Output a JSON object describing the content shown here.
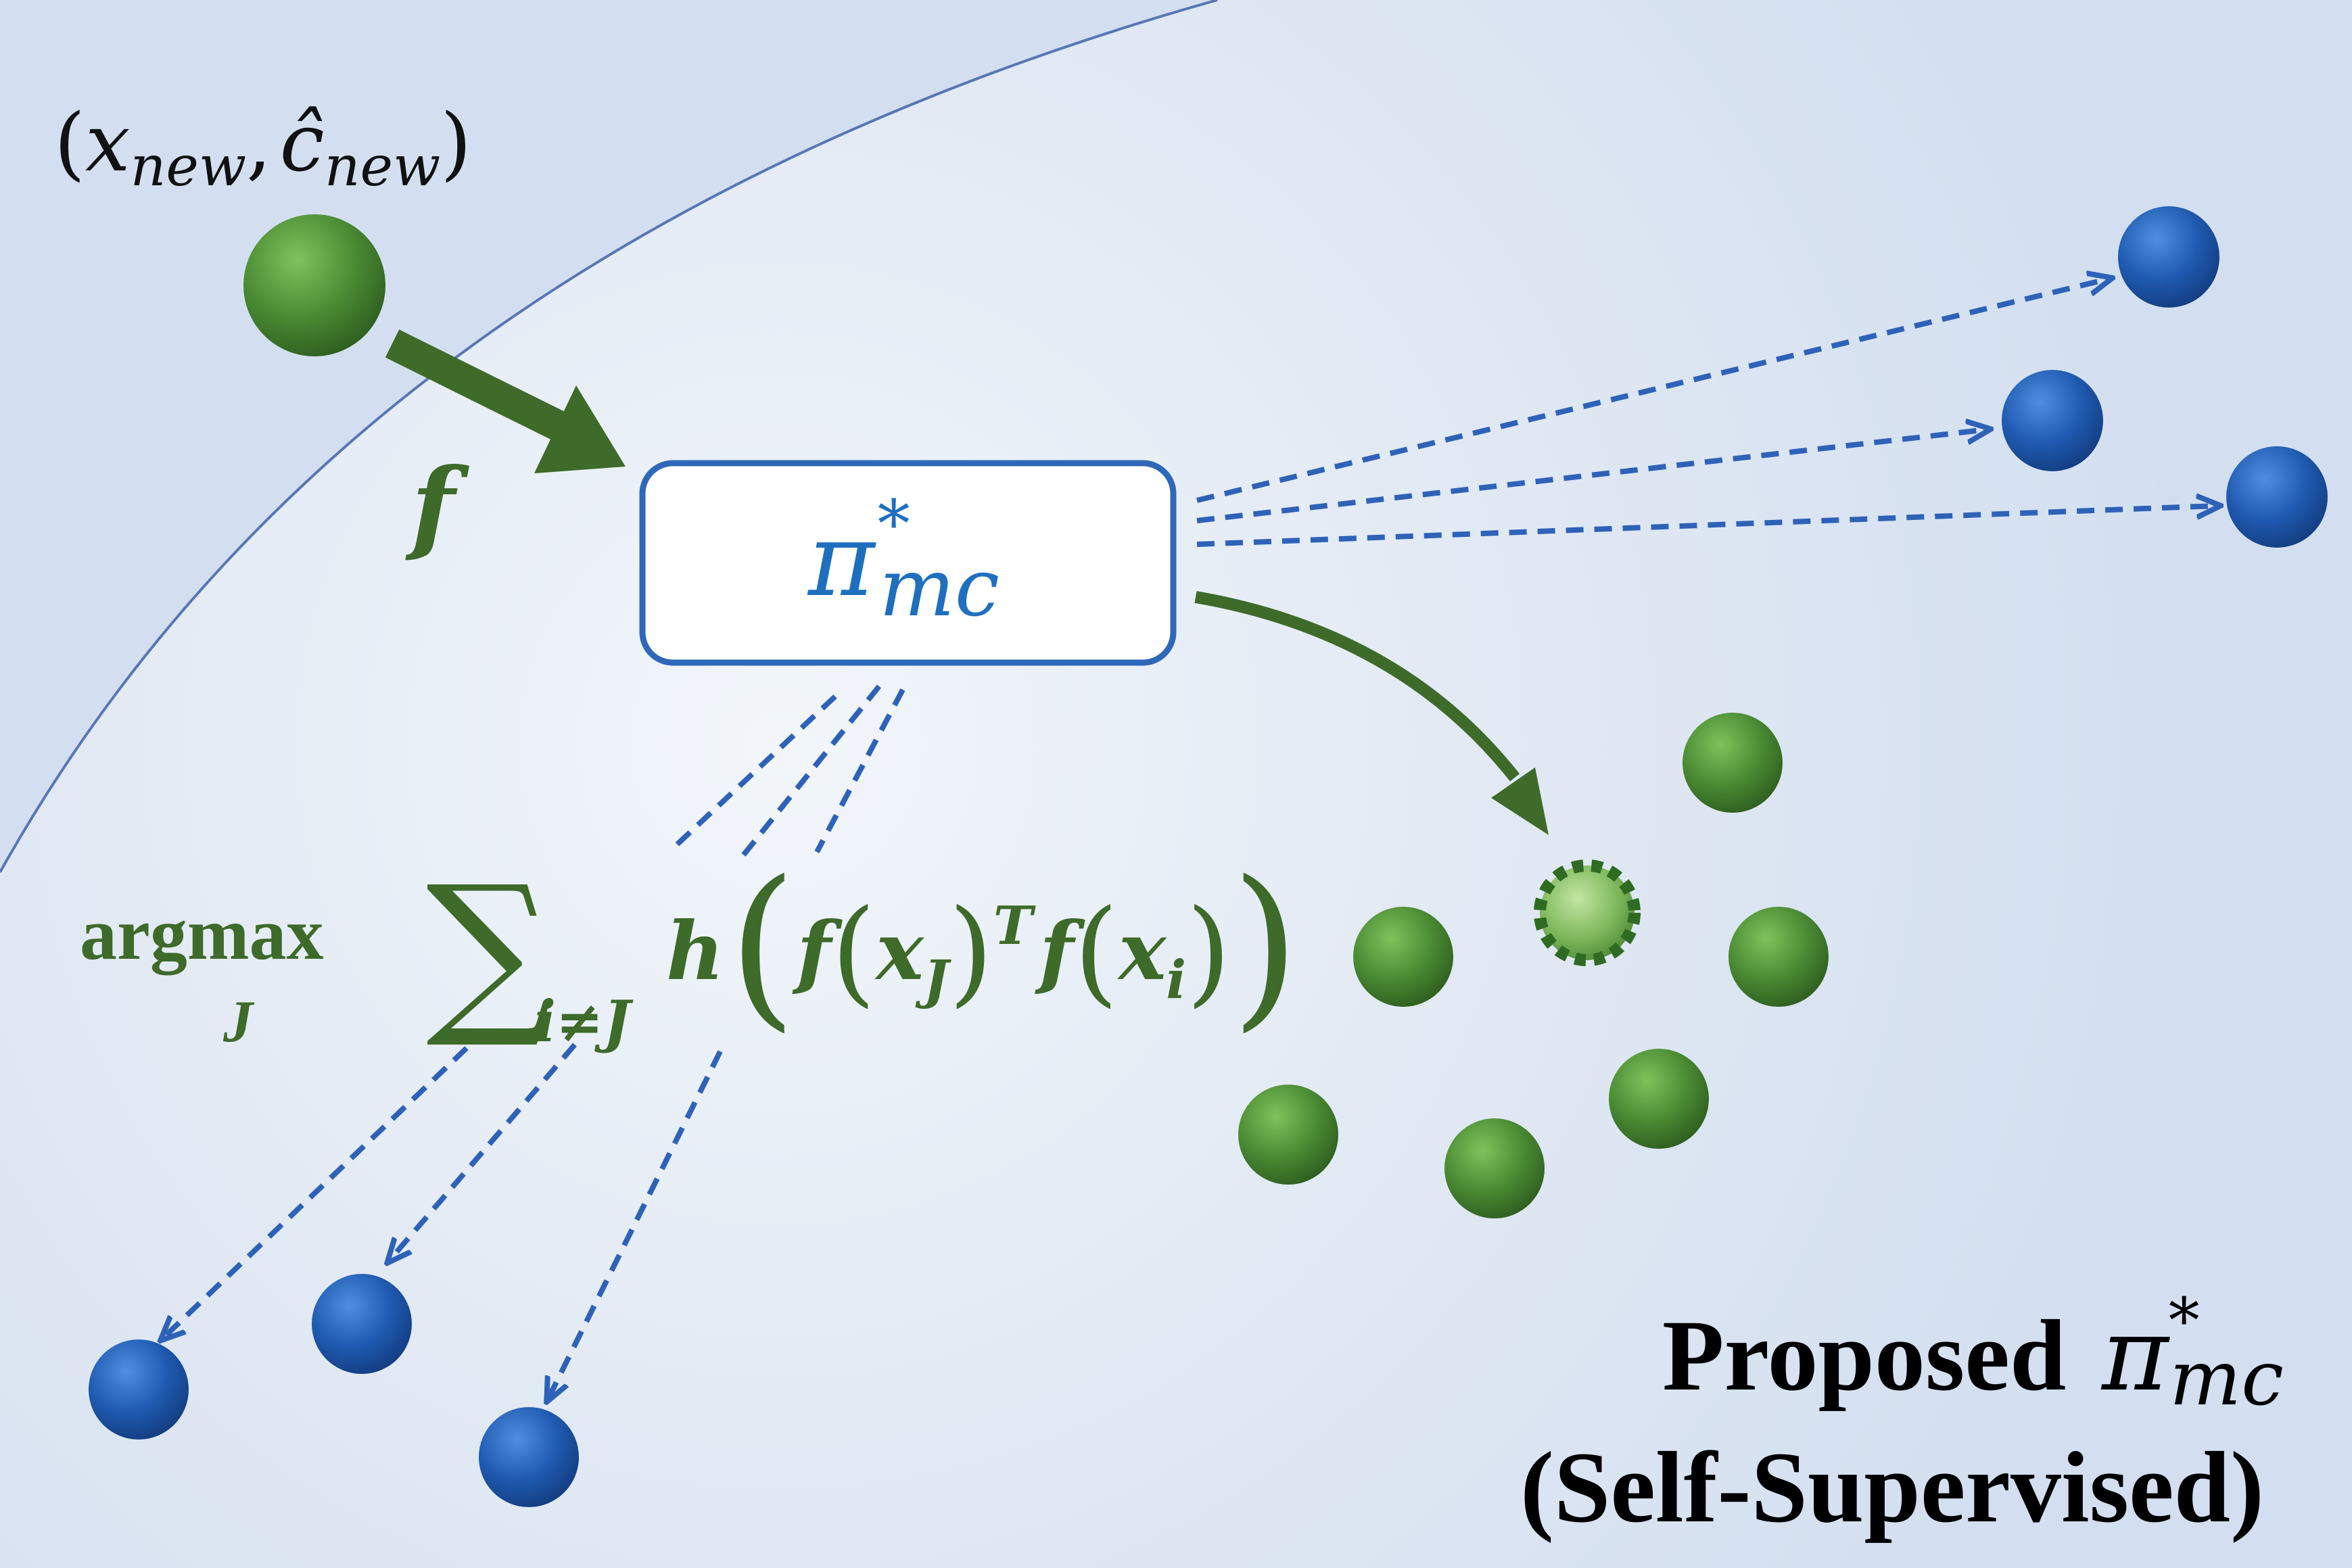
{
  "colors": {
    "background": "#d3dff0",
    "region_fill_center": "#f1f5fb",
    "region_fill_edge": "#d3dff0",
    "region_border": "#5777b3",
    "green_dark": "#3e6a2a",
    "green_ball": "#4a8a33",
    "blue_ball": "#1f5ab0",
    "blue_dash": "#2e62b8",
    "box_border": "#2f68b8",
    "box_fill": "#ffffff",
    "title_text": "#000000"
  },
  "input_point": {
    "label_open": "(",
    "label_x": "x",
    "label_x_sub": "new",
    "label_comma": ",",
    "label_c": "ĉ",
    "label_c_sub": "new",
    "label_close": ")"
  },
  "mapping": {
    "label": "f"
  },
  "policy_box": {
    "symbol": "π",
    "sup": "*",
    "sub": "mc"
  },
  "formula": {
    "operator": "argmax",
    "operator_sub": "J",
    "sum_symbol": "∑",
    "sum_sub": "i≠J",
    "h": "h",
    "open_big": "(",
    "f1": "f",
    "open1": "(",
    "x1": "x",
    "x1_sub": "J",
    "close1": ")",
    "transpose": "T",
    "f2": "f",
    "open2": "(",
    "x2": "x",
    "x2_sub": "i",
    "close2": ")",
    "close_big": ")"
  },
  "title": {
    "line1": "Proposed",
    "symbol": "π",
    "sup": "*",
    "sub": "mc",
    "line2": "(Self-Supervised)"
  }
}
